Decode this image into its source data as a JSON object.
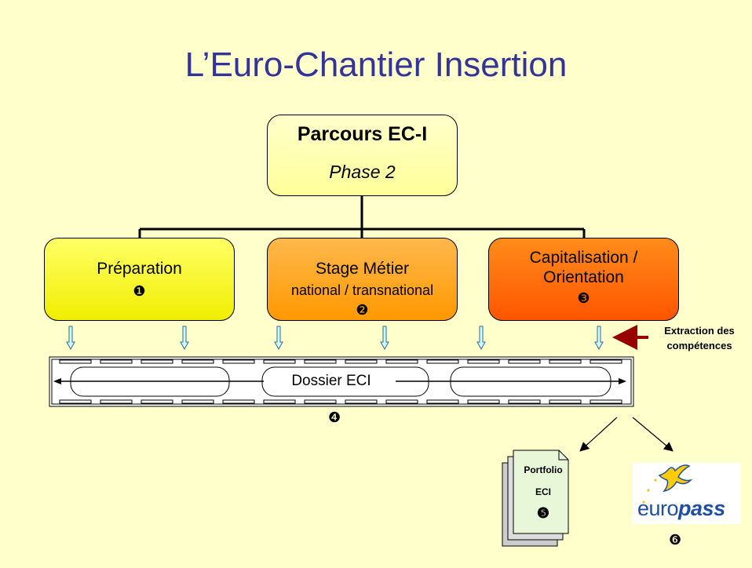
{
  "slide": {
    "title": "L’Euro-Chantier Insertion",
    "root": {
      "title": "Parcours EC-I",
      "subtitle": "Phase 2"
    },
    "steps": [
      {
        "label": "Préparation",
        "sublabel": "",
        "bullet": "❶"
      },
      {
        "label": "Stage Métier",
        "sublabel": "national / transnational",
        "bullet": "❷"
      },
      {
        "label": "Capitalisation / Orientation",
        "sublabel": "",
        "bullet": "❸"
      }
    ],
    "side_note": {
      "line1": "Extraction des",
      "line2": "compétences"
    },
    "dossier": {
      "label": "Dossier ECI",
      "bullet": "❹"
    },
    "portfolio": {
      "line1": "Portfolio",
      "line2": "ECI",
      "bullet": "❺"
    },
    "europass": {
      "text_plain": "euro",
      "text_bold": "pass",
      "bullet": "❻"
    },
    "colors": {
      "title": "#333399",
      "preparation": "#ffff33",
      "stage": "#ffa31a",
      "capitalisation": "#ff6600",
      "side_arrow": "#990000",
      "europass_blue": "#1f4fa3"
    }
  }
}
